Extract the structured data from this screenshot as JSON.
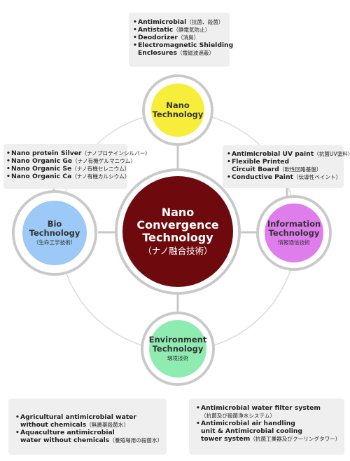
{
  "nodes": {
    "center": {
      "title_lines": [
        "Nano",
        "Convergence",
        "Technology"
      ],
      "subtitle": "（ナノ融合技術）",
      "fill": "#6e0a0e"
    },
    "nano": {
      "title_lines": [
        "Nano",
        "Technology"
      ],
      "subtitle": "",
      "fill": "#f6ee3a"
    },
    "bio": {
      "title_lines": [
        "Bio",
        "Technology"
      ],
      "subtitle": "（生命工学技術）",
      "fill": "#9cc9f5"
    },
    "information": {
      "title_lines": [
        "Information",
        "Technology"
      ],
      "subtitle": "情報通信技術",
      "fill": "#e07ded"
    },
    "environment": {
      "title_lines": [
        "Environment",
        "Technology"
      ],
      "subtitle": "環境技術",
      "fill": "#8fecb0"
    }
  },
  "boxes": {
    "nano": [
      {
        "text": "Antimicrobial",
        "jp": "（抗菌、殺菌）"
      },
      {
        "text": "Antistatic",
        "jp": "（静電気防止）"
      },
      {
        "text": "Deodorizer",
        "jp": "（消臭）"
      },
      {
        "text": "Electromagnetic Shielding",
        "cont": "Enclosures",
        "jp2": "（電磁波遮蔽）"
      }
    ],
    "bio": [
      {
        "text": "Nano protein Silver",
        "jp": "（ナノプロテインシルバー）"
      },
      {
        "text": "Nano Organic Ge",
        "jp": "（ナノ有機ゲルマニウム）"
      },
      {
        "text": "Nano Organic Se",
        "jp": "（ナノ有機セレニウム）"
      },
      {
        "text": "Nano Organic Ca",
        "jp": "（ナノ有機カルシウム）"
      }
    ],
    "information": [
      {
        "text": "Antimicrobial UV paint",
        "jp": "（抗菌UV塗料）"
      },
      {
        "text": "Flexible Printed",
        "cont": "Circuit Board",
        "jp2": "（軟性回路基盤）"
      },
      {
        "text": "Conductive Paint",
        "jp": "（伝導性ペイント）"
      }
    ],
    "agri": [
      {
        "text": "Agricultural antimicrobial water",
        "cont": "without chemicals",
        "jp2": "（無農薬殺菌水）"
      },
      {
        "text": "Aquaculture antimicrobial",
        "cont": "water without chemicals",
        "jp2": "（養殖場用の殺菌水）"
      }
    ],
    "filter": [
      {
        "text": "Antimicrobial water  filter system",
        "cont": "",
        "jp2": "（抗菌及び殺菌浄水システム）"
      },
      {
        "text": "Antimicrobial air handling",
        "cont": "unit & Antimicrobial cooling",
        "cont2": "tower system",
        "jp2": "（抗菌工業器及びクーリングタワー）"
      }
    ]
  },
  "colors": {
    "box_bg": "#efefef",
    "ring": "#cfcfcf",
    "connector": "#c8c8c8"
  }
}
